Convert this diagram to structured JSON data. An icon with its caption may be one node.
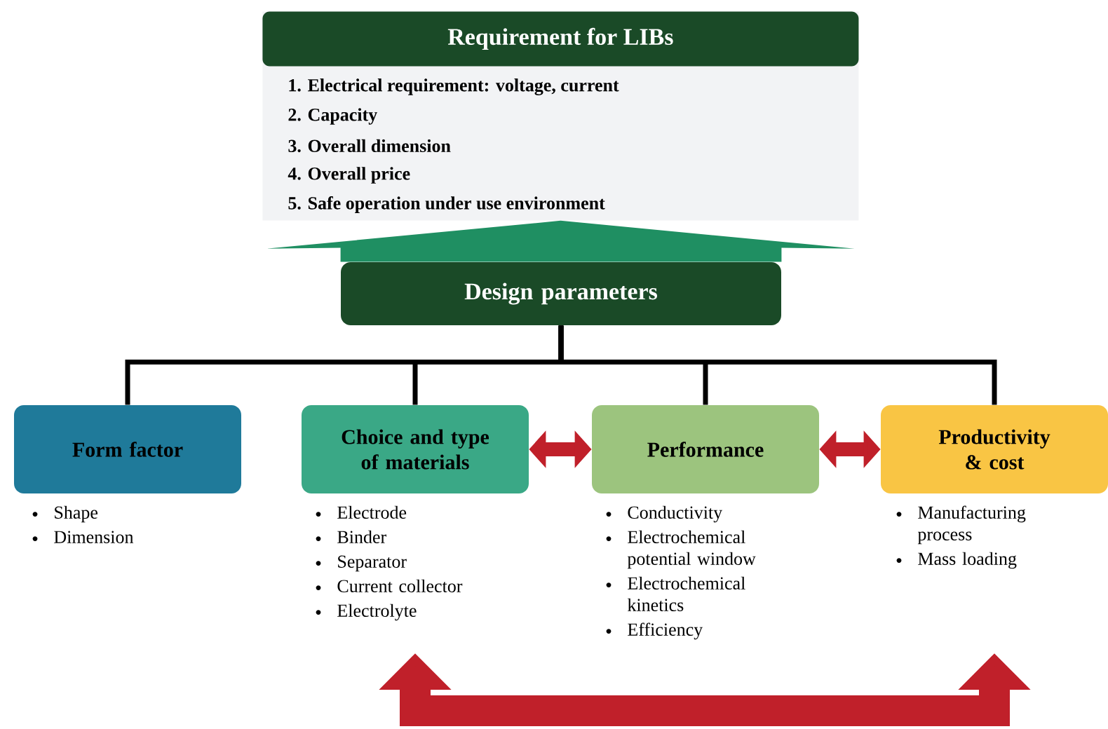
{
  "diagram": {
    "nodes": [
      {
        "text": [
          "Requirement for LIBs",
          "1. Electrical requirement: voltage, current",
          "2. Capacity",
          "3. Overall dimension",
          "4. Overall price",
          "5. Safe operation under use environment"
        ]
      },
      {
        "text": [
          "Design parameters"
        ]
      },
      {
        "text": [
          "Form factor"
        ],
        "beside": [
          "Shape",
          "Dimension"
        ]
      },
      {
        "text": [
          "Choice and type of materials"
        ],
        "beside": [
          "Electrode",
          "Binder",
          "Separator",
          "Current collector",
          "Electrolyte"
        ]
      },
      {
        "text": [
          "Performance"
        ],
        "beside": [
          "Conductivity",
          "Electrochemical potential window",
          "Electrochemical kinetics",
          "Efficiency"
        ]
      },
      {
        "text": [
          "Productivity & cost"
        ],
        "beside": [
          "Manufacturing process",
          "Mass loading"
        ]
      }
    ],
    "edges": [
      {
        "from": 1,
        "to": 0,
        "arrow": "to",
        "style": "thick",
        "color": "#1f8f62"
      },
      {
        "from": 1,
        "to": 2,
        "arrow": "none"
      },
      {
        "from": 1,
        "to": 3,
        "arrow": "none"
      },
      {
        "from": 1,
        "to": 4,
        "arrow": "none"
      },
      {
        "from": 1,
        "to": 5,
        "arrow": "none"
      },
      {
        "from": 3,
        "to": 4,
        "arrow": "both",
        "style": "thick",
        "color": "#c0202a"
      },
      {
        "from": 4,
        "to": 5,
        "arrow": "both",
        "style": "thick",
        "color": "#c0202a"
      },
      {
        "from": 3,
        "to": 5,
        "arrow": "both",
        "style": "thick",
        "color": "#c0202a"
      }
    ]
  }
}
